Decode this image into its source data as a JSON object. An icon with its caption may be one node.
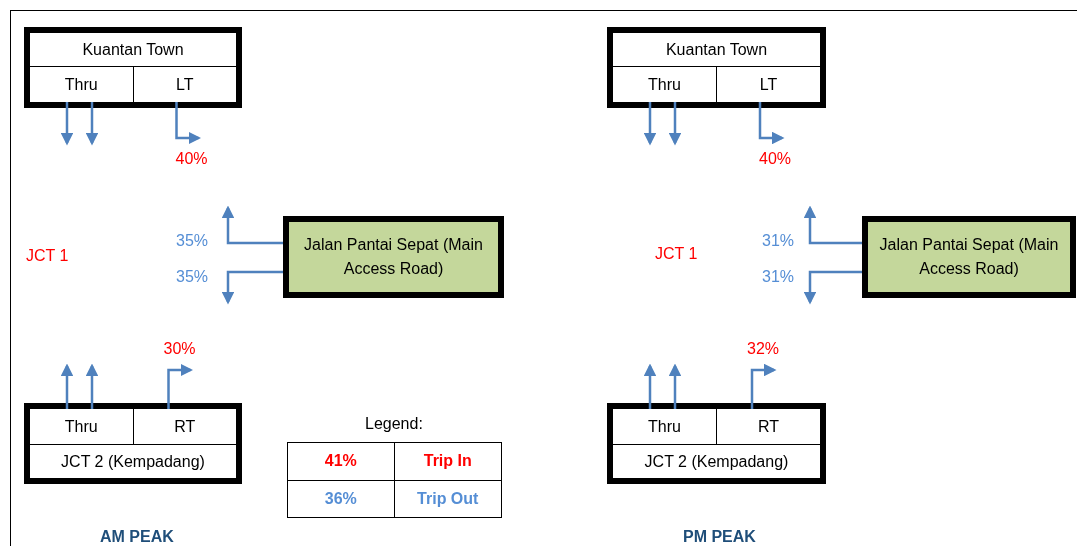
{
  "diagram": {
    "nodes": [
      {
        "text": [
          "Kuantan Town"
        ]
      },
      {
        "text": [
          "Thru"
        ],
        "in": 0
      },
      {
        "text": [
          "LT"
        ],
        "in": 0
      },
      {
        "text": [
          "Jalan Pantai Sepat (Main Access Road)"
        ]
      },
      {
        "text": [
          "JCT 2 (Kempadang)"
        ]
      },
      {
        "text": [
          "Thru"
        ],
        "in": 4
      },
      {
        "text": [
          "RT"
        ],
        "in": 4
      },
      {
        "text": [
          "Kuantan Town"
        ]
      },
      {
        "text": [
          "Thru"
        ],
        "in": 7
      },
      {
        "text": [
          "LT"
        ],
        "in": 7
      },
      {
        "text": [
          "Jalan Pantai Sepat (Main Access Road)"
        ]
      },
      {
        "text": [
          "JCT 2 (Kempadang)"
        ]
      },
      {
        "text": [
          "Thru"
        ],
        "in": 11
      },
      {
        "text": [
          "RT"
        ],
        "in": 11
      }
    ],
    "edges": [
      {
        "from": 1,
        "to": null,
        "arrow": "to"
      },
      {
        "from": 1,
        "to": null,
        "arrow": "to"
      },
      {
        "from": 2,
        "to": null,
        "arrow": "to",
        "label": "40%"
      },
      {
        "from": 3,
        "to": null,
        "arrow": "to",
        "label": "35%"
      },
      {
        "from": 3,
        "to": null,
        "arrow": "to",
        "label": "35%"
      },
      {
        "from": 5,
        "to": null,
        "arrow": "to"
      },
      {
        "from": 5,
        "to": null,
        "arrow": "to"
      },
      {
        "from": 6,
        "to": null,
        "arrow": "to",
        "label": "30%"
      },
      {
        "from": 8,
        "to": null,
        "arrow": "to"
      },
      {
        "from": 8,
        "to": null,
        "arrow": "to"
      },
      {
        "from": 9,
        "to": null,
        "arrow": "to",
        "label": "40%"
      },
      {
        "from": 10,
        "to": null,
        "arrow": "to",
        "label": "31%"
      },
      {
        "from": 10,
        "to": null,
        "arrow": "to",
        "label": "31%"
      },
      {
        "from": 12,
        "to": null,
        "arrow": "to"
      },
      {
        "from": 12,
        "to": null,
        "arrow": "to"
      },
      {
        "from": 13,
        "to": null,
        "arrow": "to",
        "label": "32%"
      }
    ],
    "labels": [
      "JCT 1",
      "Legend:",
      "41%",
      "Trip In",
      "36%",
      "Trip Out",
      "AM PEAK",
      "JCT 1",
      "PM PEAK"
    ]
  }
}
